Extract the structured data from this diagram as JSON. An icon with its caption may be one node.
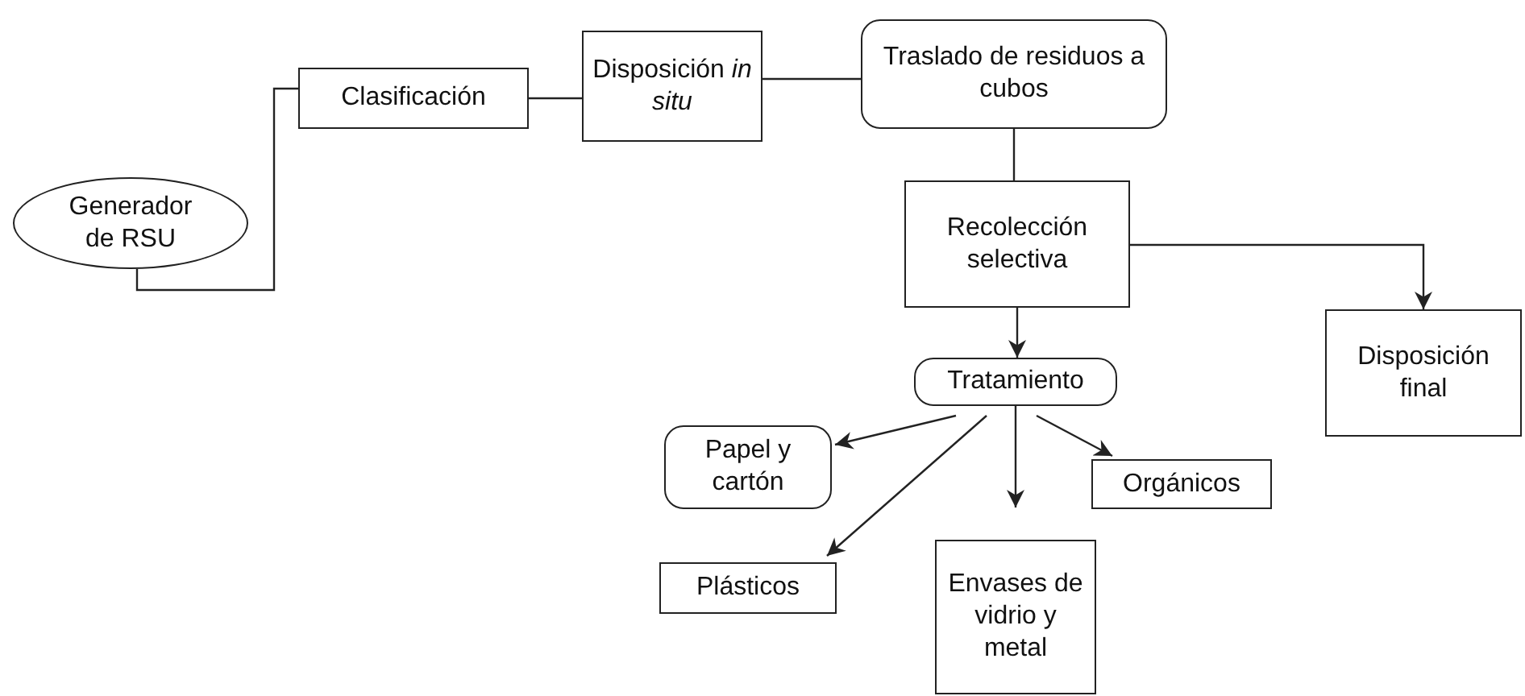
{
  "diagram": {
    "nodes": [
      {
        "text": [
          "Generador de RSU"
        ]
      },
      {
        "text": [
          "Clasificación"
        ]
      },
      {
        "text": [
          "Disposición *in situ*"
        ]
      },
      {
        "text": [
          "Traslado de residuos a cubos"
        ]
      },
      {
        "text": [
          "Recolección selectiva"
        ]
      },
      {
        "text": [
          "Tratamiento"
        ]
      },
      {
        "text": [
          "Papel y cartón"
        ]
      },
      {
        "text": [
          "Orgánicos"
        ]
      },
      {
        "text": [
          "Plásticos"
        ]
      },
      {
        "text": [
          "Envases de vidrio y metal"
        ]
      },
      {
        "text": [
          "Disposición final"
        ]
      }
    ],
    "edges": [
      {
        "from": 0,
        "to": 1,
        "arrow": "none"
      },
      {
        "from": 1,
        "to": 2,
        "arrow": "none"
      },
      {
        "from": 2,
        "to": 3,
        "arrow": "none"
      },
      {
        "from": 3,
        "to": 4,
        "arrow": "none"
      },
      {
        "from": 4,
        "to": 10,
        "arrow": "to"
      },
      {
        "from": 4,
        "to": 5,
        "arrow": "to"
      },
      {
        "from": 5,
        "to": 6,
        "arrow": "to"
      },
      {
        "from": 5,
        "to": 8,
        "arrow": "to"
      },
      {
        "from": 5,
        "to": 9,
        "arrow": "to"
      },
      {
        "from": 5,
        "to": 7,
        "arrow": "to"
      }
    ]
  }
}
